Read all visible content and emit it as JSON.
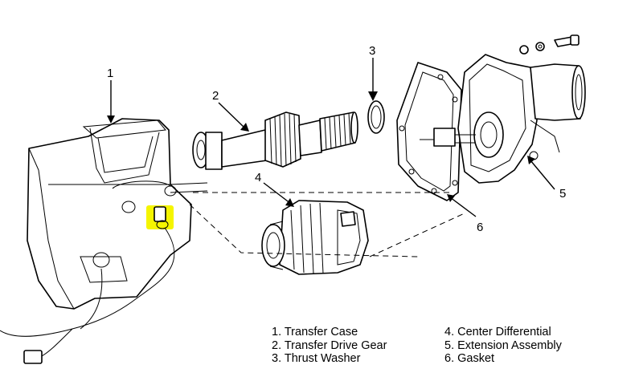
{
  "callouts": [
    "1",
    "2",
    "3",
    "4",
    "5",
    "6"
  ],
  "legend": {
    "left": [
      "1. Transfer Case",
      "2. Transfer Drive Gear",
      "3. Thrust Washer"
    ],
    "right": [
      "4. Center Differential",
      "5. Extension Assembly",
      "6. Gasket"
    ]
  },
  "colors": {
    "highlight": "#f5f500",
    "line": "#000000",
    "background": "#ffffff"
  }
}
